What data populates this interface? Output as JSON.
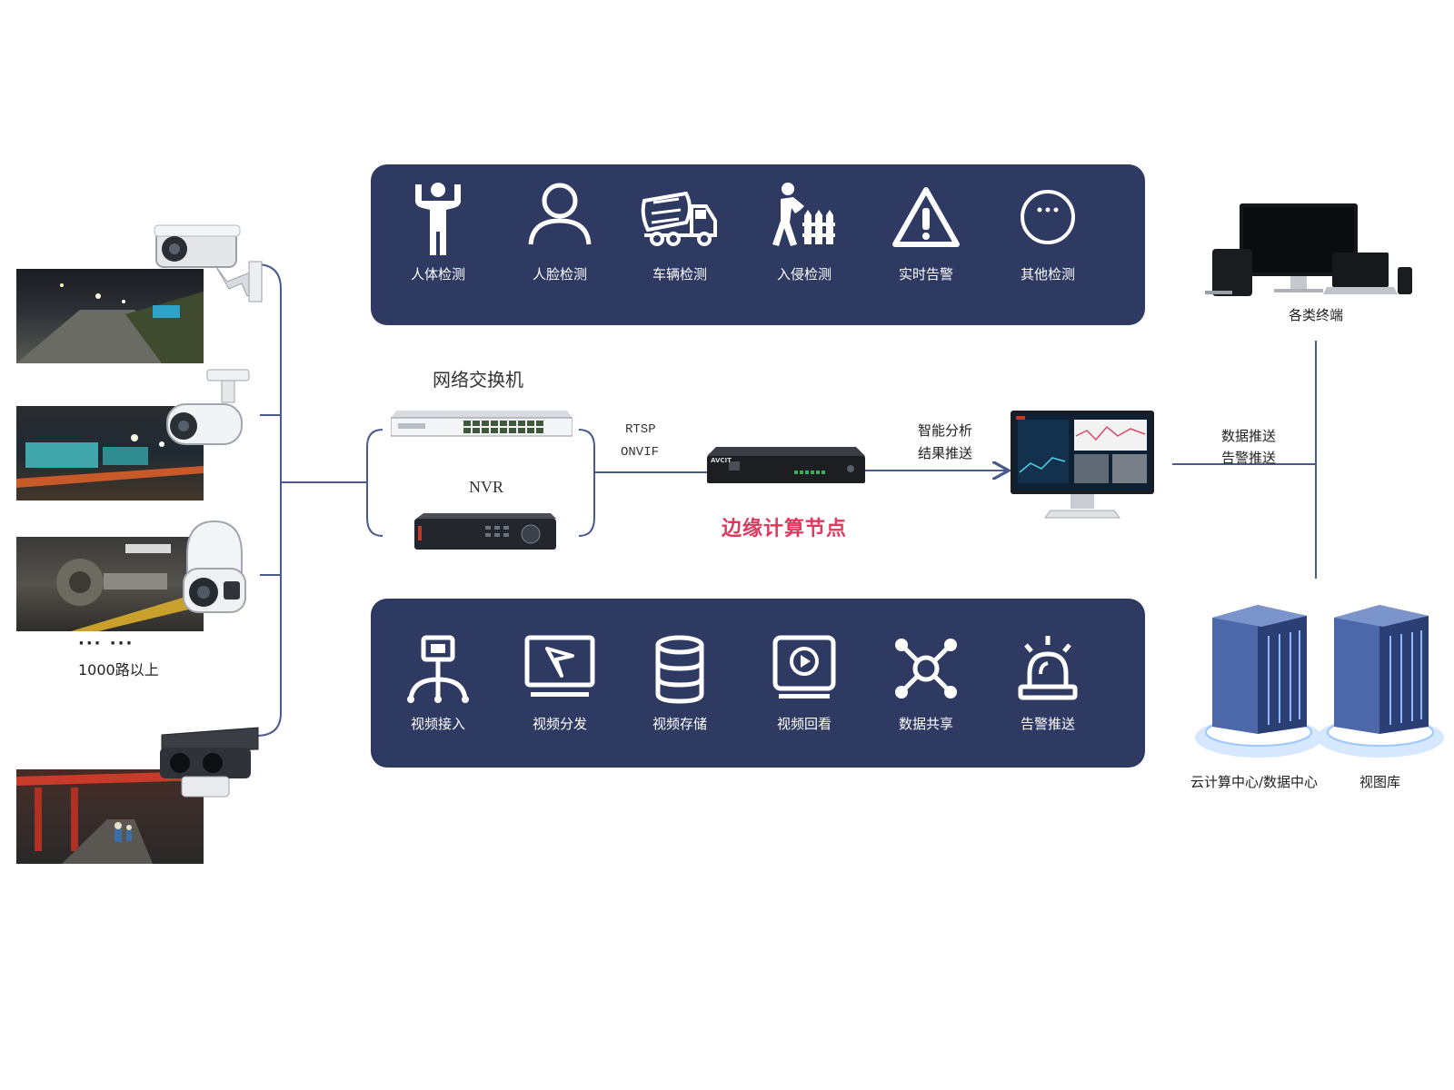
{
  "top_features": [
    {
      "label": "人体检测",
      "icon": "person-arms-up-icon"
    },
    {
      "label": "人脸检测",
      "icon": "user-outline-icon"
    },
    {
      "label": "车辆检测",
      "icon": "mixer-truck-icon"
    },
    {
      "label": "入侵检测",
      "icon": "fence-intrusion-icon"
    },
    {
      "label": "实时告警",
      "icon": "warning-triangle-icon"
    },
    {
      "label": "其他检测",
      "icon": "more-circle-icon"
    }
  ],
  "bottom_features": [
    {
      "label": "视频接入",
      "icon": "network-access-icon"
    },
    {
      "label": "视频分发",
      "icon": "monitor-share-icon"
    },
    {
      "label": "视频存储",
      "icon": "database-icon"
    },
    {
      "label": "视频回看",
      "icon": "playback-icon"
    },
    {
      "label": "数据共享",
      "icon": "share-nodes-icon"
    },
    {
      "label": "告警推送",
      "icon": "alarm-light-icon"
    }
  ],
  "left": {
    "ellipsis": "··· ···",
    "camera_count": "1000路以上"
  },
  "middle": {
    "switch_label": "网络交换机",
    "nvr_label": "NVR",
    "protocol_rtsp": "RTSP",
    "protocol_onvif": "ONVIF",
    "edge_node_label": "边缘计算节点",
    "edge_brand": "AVCIT",
    "analysis_line1": "智能分析",
    "analysis_line2": "结果推送"
  },
  "right": {
    "terminals_label": "各类终端",
    "push_line1": "数据推送",
    "push_line2": "告警推送",
    "cloud_label": "云计算中心/数据中心",
    "view_library_label": "视图库"
  },
  "colors": {
    "panel": "#2f3a63",
    "line": "#4a5a8f",
    "edge_title": "#e0395d",
    "server_glow": "#cfe4ff"
  }
}
